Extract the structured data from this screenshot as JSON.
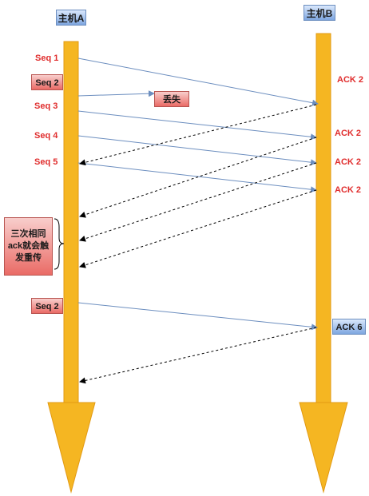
{
  "hosts": {
    "a": "主机A",
    "b": "主机B"
  },
  "seq_labels": {
    "seq1": "Seq 1",
    "seq2": "Seq 2",
    "seq3": "Seq 3",
    "seq4": "Seq 4",
    "seq5": "Seq 5",
    "seq2_retransmit": "Seq 2"
  },
  "lost_label": "丢失",
  "ack_labels": {
    "ack1": "ACK 2",
    "ack2": "ACK 2",
    "ack3": "ACK 2",
    "ack4": "ACK 2",
    "ack6": "ACK 6"
  },
  "note": "三次相同ack就会触发重传",
  "colors": {
    "lifeline": "#f5b622",
    "lifeline_stroke": "#e29a13",
    "data_arrow": "#6c8ebf",
    "ack_arrow": "#000000",
    "label_red": "#e02d2d"
  }
}
